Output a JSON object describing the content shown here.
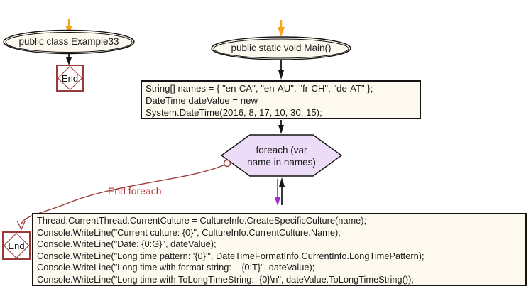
{
  "colors": {
    "orange": "#faa41d",
    "purple": "#9b2fd4",
    "red": "#9a3b3b",
    "labelred": "#b23a32",
    "nodefill": "#fdf9ee",
    "hexfill": "#eddcf7"
  },
  "nodes": {
    "class_decl": {
      "label": "public class Example33"
    },
    "main_decl": {
      "label": "public static void Main()"
    },
    "init_block": {
      "lines": [
        "String[] names = { \"en-CA\", \"en-AU\", \"fr-CH\", \"de-AT\" };",
        "DateTime dateValue = new",
        "System.DateTime(2016, 8, 17, 10, 30, 15);"
      ]
    },
    "foreach_loop": {
      "label": "foreach (var name in names)"
    },
    "loop_body": {
      "lines": [
        "Thread.CurrentThread.CurrentCulture = CultureInfo.CreateSpecificCulture(name);",
        "Console.WriteLine(\"Current culture: {0}\", CultureInfo.CurrentCulture.Name);",
        "Console.WriteLine(\"Date: {0:G}\", dateValue);",
        "Console.WriteLine(\"Long time pattern: '{0}'\", DateTimeFormatInfo.CurrentInfo.LongTimePattern);",
        "Console.WriteLine(\"Long time with format string:    {0:T}\", dateValue);",
        "Console.WriteLine(\"Long time with ToLongTimeString:  {0}\\n\", dateValue.ToLongTimeString());"
      ]
    },
    "end_class": {
      "label": "End"
    },
    "end_main": {
      "label": "End"
    }
  },
  "labels": {
    "end_foreach": "End foreach"
  }
}
